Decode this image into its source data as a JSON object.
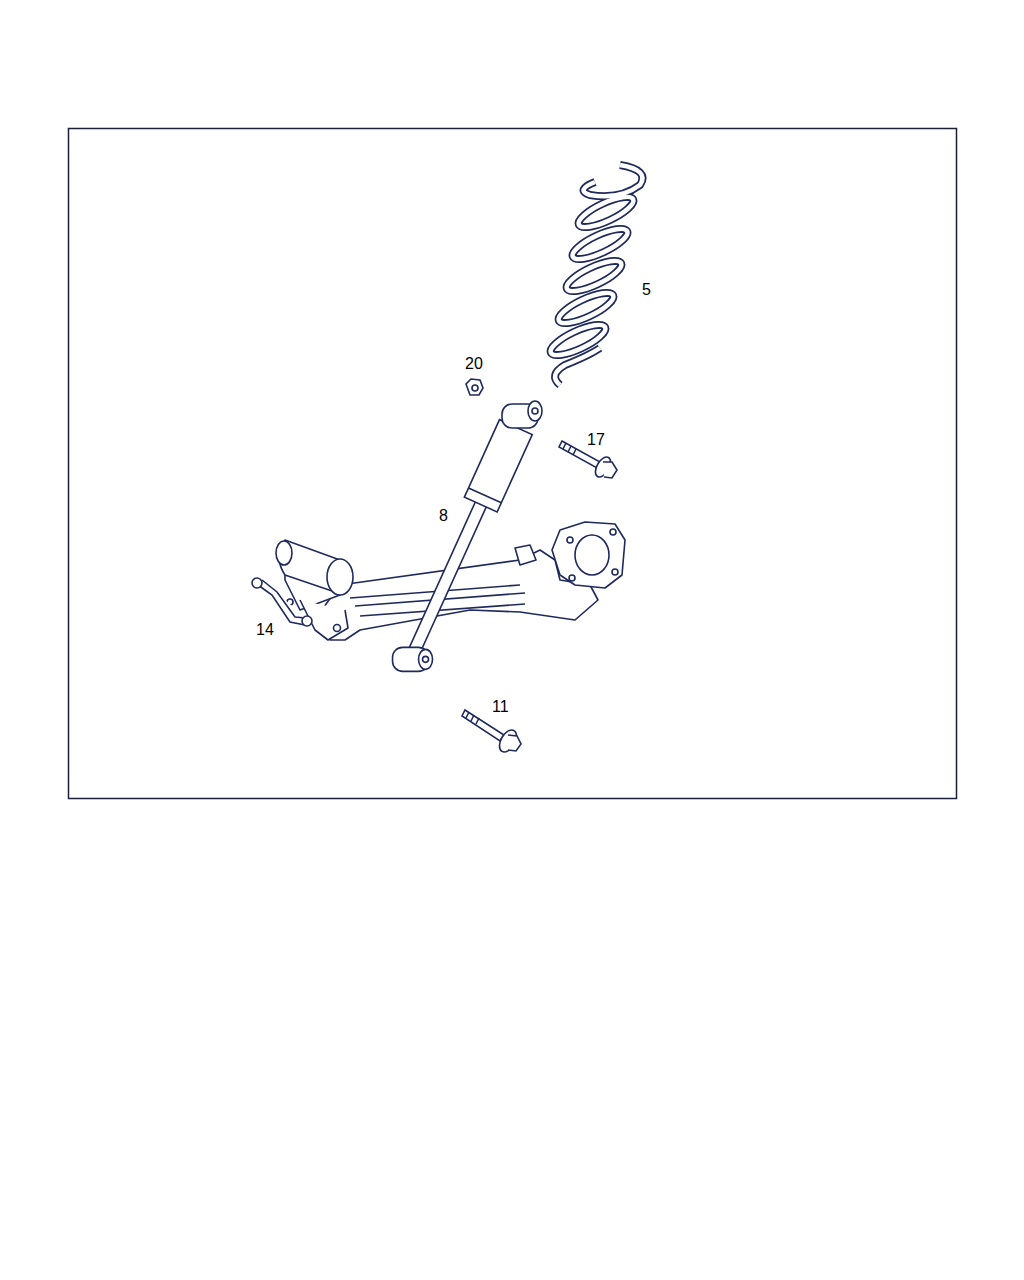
{
  "diagram": {
    "labels": [
      "5",
      "20",
      "17",
      "8",
      "14",
      "11"
    ]
  }
}
